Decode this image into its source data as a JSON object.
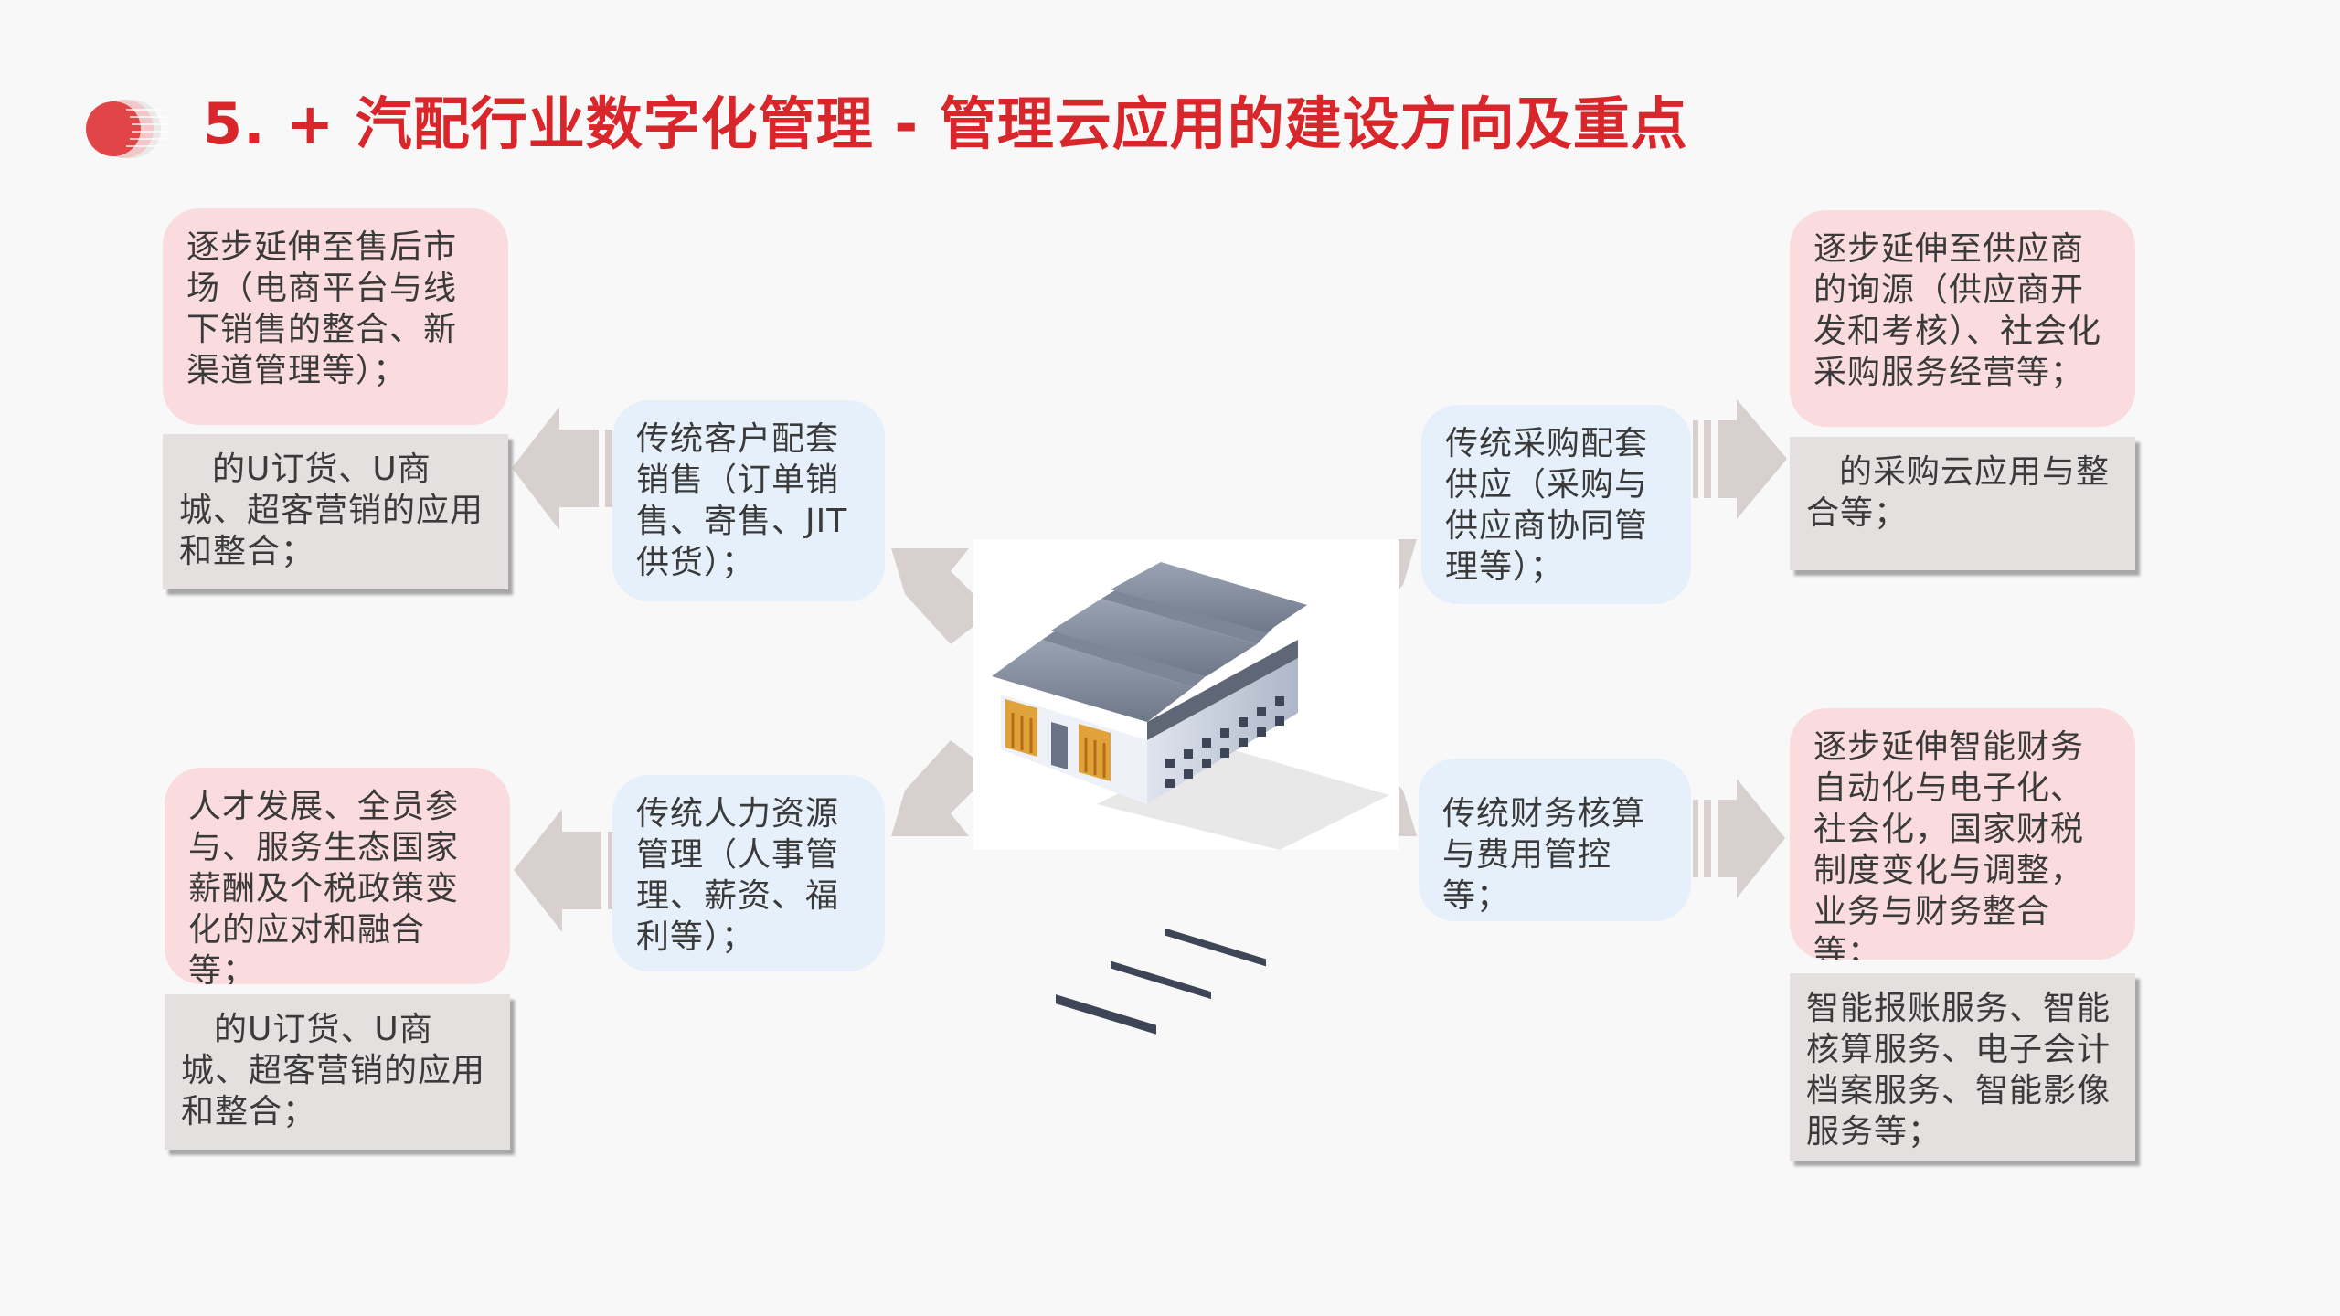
{
  "title": "5.  + 汽配行业数字化管理 - 管理云应用的建设方向及重点",
  "colors": {
    "title": "#d9262b",
    "pink": "#fbdcde",
    "blue": "#e6f0fb",
    "gray": "#e3e0df",
    "arrow": "#d7d0cf"
  },
  "left_top": {
    "extension": "逐步延伸至售后市场（电商平台与线下销售的整合、新渠道管理等）；",
    "apps": "的U订货、U商城、超客营销的应用和整合；",
    "traditional": "传统客户配套销售（订单销售、寄售、JIT供货）；"
  },
  "left_bottom": {
    "extension": "人才发展、全员参与、服务生态国家薪酬及个税政策变化的应对和融合等；",
    "apps": "的U订货、U商城、超客营销的应用和整合；",
    "traditional": "传统人力资源管理（人事管理、薪资、福利等）；"
  },
  "right_top": {
    "traditional": "传统采购配套供应（采购与供应商协同管理等）；",
    "extension": "逐步延伸至供应商的询源（供应商开发和考核）、社会化采购服务经营等；",
    "apps": "的采购云应用与整合等；"
  },
  "right_bottom": {
    "traditional": "传统财务核算与费用管控等；",
    "extension": "逐步延伸智能财务自动化与电子化、社会化，国家财税制度变化与调整，业务与财务整合等；",
    "apps": "智能报账服务、智能核算服务、电子会计档案服务、智能影像服务等；"
  },
  "center_icon": "factory-icon"
}
